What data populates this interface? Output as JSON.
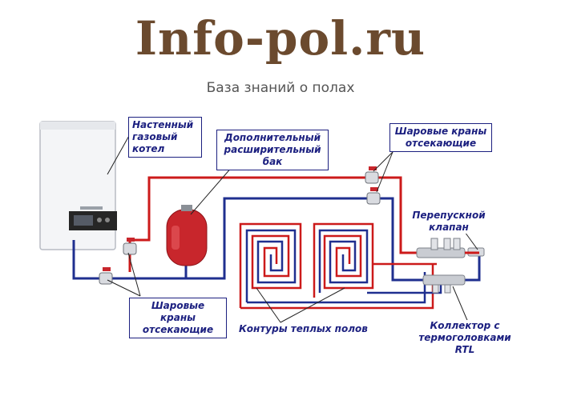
{
  "logo": {
    "title": "Info-pol.ru",
    "tagline": "База знаний о полах"
  },
  "labels": {
    "boiler": "Настенный газовый котел",
    "expansion_tank": "Дополнительный расширительный бак",
    "ball_valves_top": "Шаровые краны отсекающие",
    "bypass_valve": "Перепускной клапан",
    "ball_valves_bottom": "Шаровые краны отсекающие",
    "floor_loops": "Контуры теплых полов",
    "manifold": "Коллектор с термоголовками RTL"
  },
  "colors": {
    "supply_pipe": "#cc1a1a",
    "return_pipe": "#1f2f8f",
    "label_text": "#1c2080",
    "logo_text": "#6b4a2e",
    "tank": "#c8262c"
  }
}
